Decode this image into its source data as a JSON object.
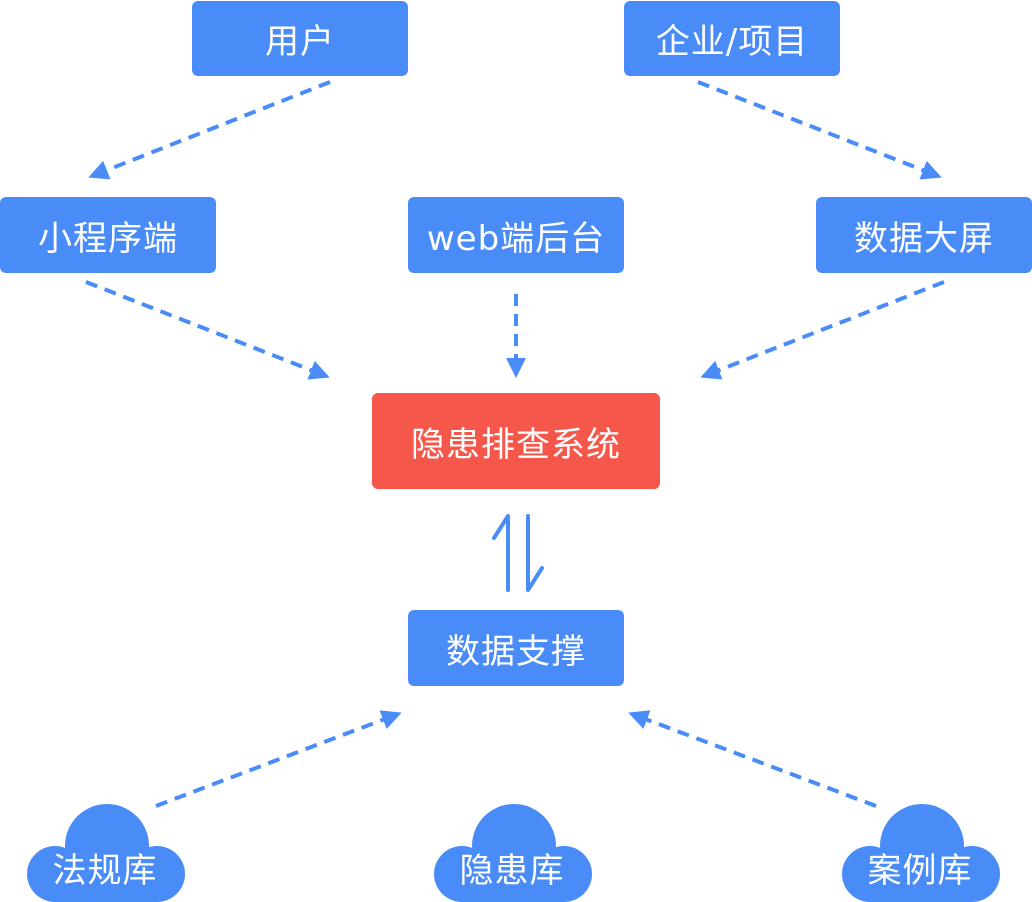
{
  "nodes": {
    "user": "用户",
    "org": "企业/项目",
    "mini": "小程序端",
    "web": "web端后台",
    "screen": "数据大屏",
    "core": "隐患排查系统",
    "support": "数据支撑"
  },
  "sources": {
    "law": "法规库",
    "hazard": "隐患库",
    "case": "案例库"
  },
  "colors": {
    "node": "#4a8cf7",
    "core": "#f5574b",
    "edge": "#4a8cf7"
  }
}
